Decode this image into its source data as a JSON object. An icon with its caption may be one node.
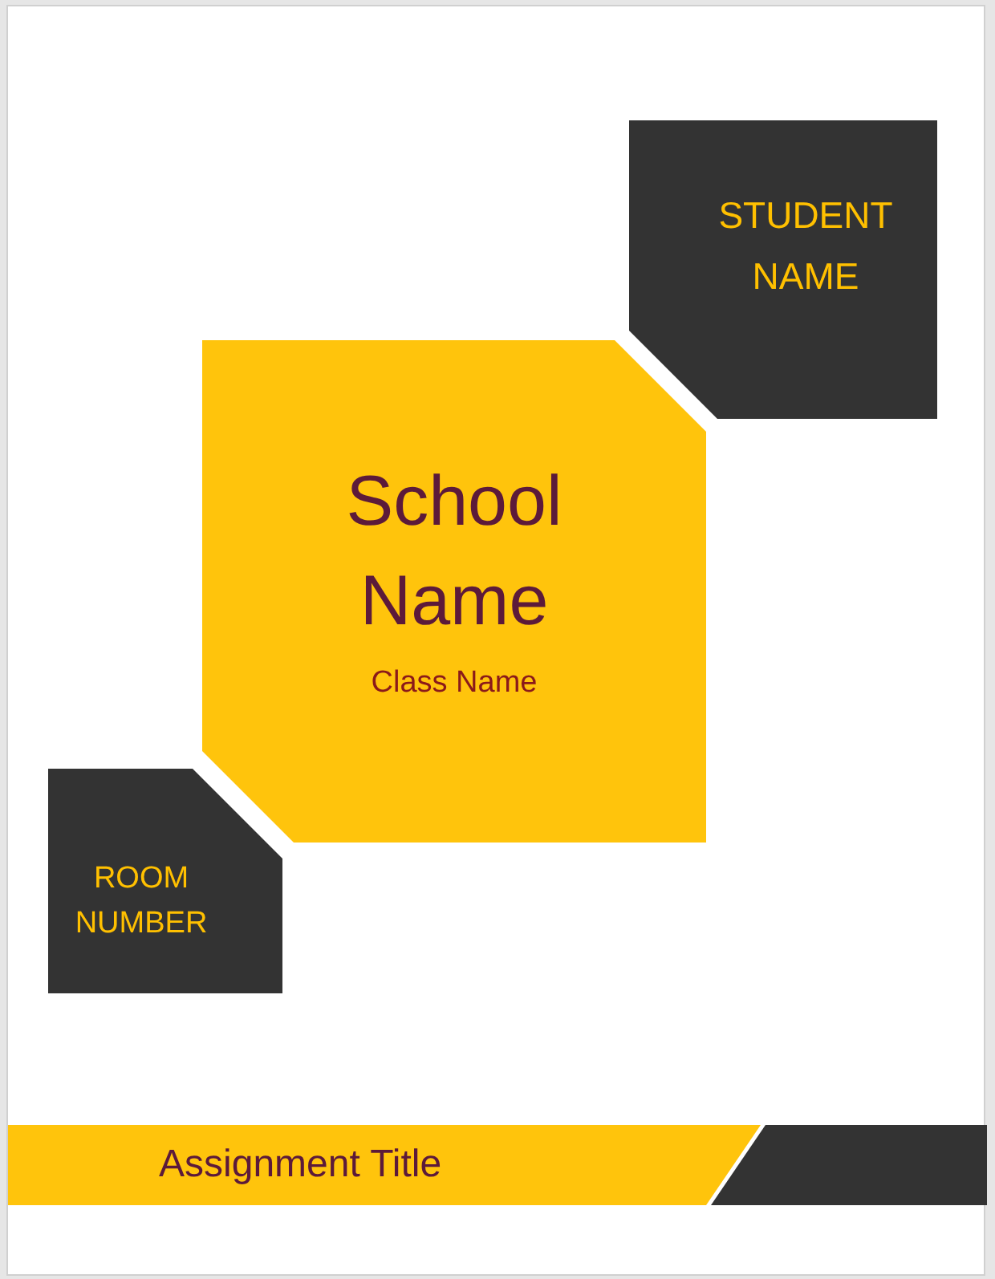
{
  "diagram": {
    "nodes": [
      {
        "text": [
          "STUDENT NAME"
        ]
      },
      {
        "text": [
          "School Name",
          "Class Name"
        ]
      },
      {
        "text": [
          "ROOM NUMBER"
        ]
      },
      {
        "text": [
          "Assignment Title"
        ]
      },
      {
        "text": [],
        "shape": "bar"
      }
    ]
  }
}
